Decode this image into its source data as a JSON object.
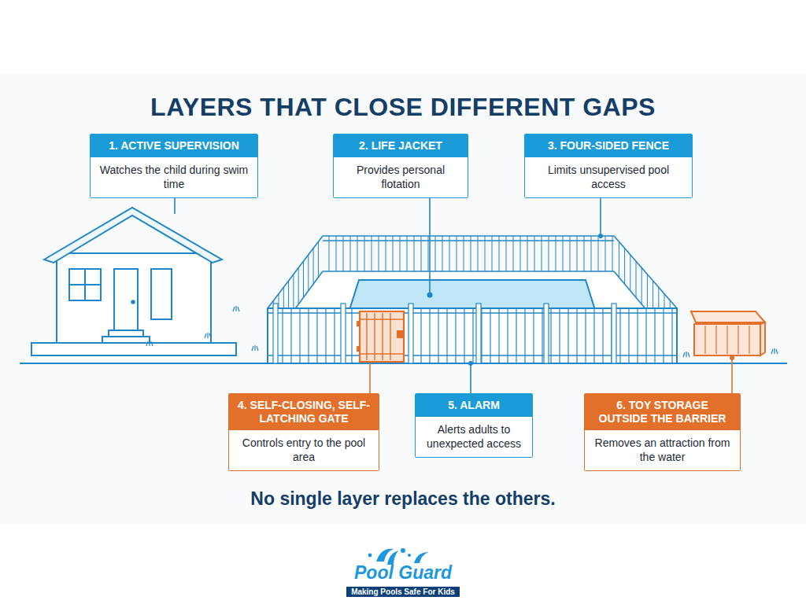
{
  "diagram": {
    "title": "LAYERS THAT CLOSE DIFFERENT GAPS",
    "caption": "No single layer replaces the others.",
    "nodes": [
      {
        "text": [
          "1. ACTIVE SUPERVISION",
          "Watches the child during swim time"
        ]
      },
      {
        "text": [
          "2. LIFE JACKET",
          "Provides personal flotation"
        ]
      },
      {
        "text": [
          "3. FOUR-SIDED FENCE",
          "Limits unsupervised pool access"
        ]
      },
      {
        "text": [
          "4. SELF-CLOSING, SELF-LATCHING GATE",
          "Controls entry to the pool area"
        ]
      },
      {
        "text": [
          "5. ALARM",
          "Alerts adults to unexpected access"
        ]
      },
      {
        "text": [
          "6. TOY STORAGE OUTSIDE THE BARRIER",
          "Removes an attraction from the water"
        ]
      }
    ],
    "labels": [
      "Pool Guard",
      "Making Pools Safe For Kids"
    ]
  }
}
